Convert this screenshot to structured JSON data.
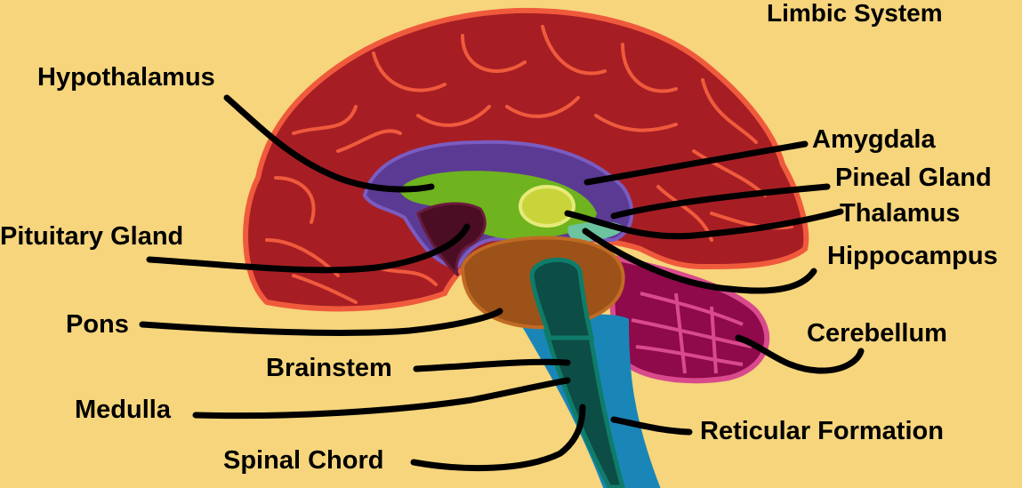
{
  "title": "Limbic System",
  "labels": {
    "hypothalamus": "Hypothalamus",
    "amygdala": "Amygdala",
    "pineal_gland": "Pineal Gland",
    "thalamus": "Thalamus",
    "pituitary_gland": "Pituitary Gland",
    "hippocampus": "Hippocampus",
    "pons": "Pons",
    "cerebellum": "Cerebellum",
    "brainstem": "Brainstem",
    "medulla": "Medulla",
    "reticular_formation": "Reticular Formation",
    "spinal_chord": "Spinal Chord"
  },
  "colors": {
    "background": "#f6d57c",
    "cerebrum": "#a61e24",
    "cerebrum_outline": "#f05a3c",
    "limbic_ring": "#5b3a94",
    "hypothalamus_area": "#6fb31f",
    "thalamus_area": "#c9d43a",
    "pituitary_area": "#4a0d24",
    "pons_area": "#9c5218",
    "cerebellum": "#8e0a4a",
    "cerebellum_outline": "#d94a8c",
    "brainstem": "#1a86b8",
    "reticular_formation": "#0c4d45",
    "leader_line": "#000000"
  }
}
